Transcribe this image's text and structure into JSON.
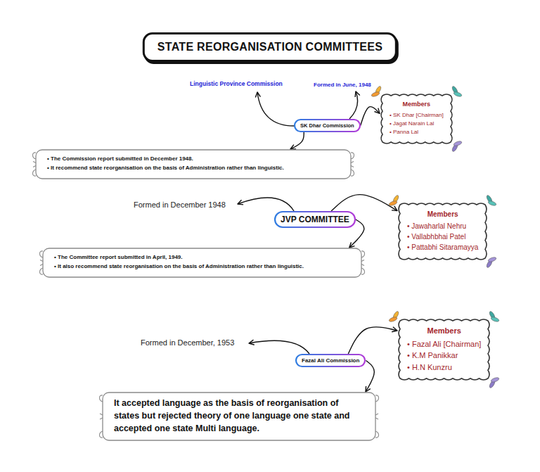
{
  "diagram": {
    "title": "STATE REORGANISATION COMMITTEES",
    "nodes": [
      {
        "text": [
          "SK Dhar Commission"
        ]
      },
      {
        "text": [
          "Members",
          "• SK Dhar [Chairman]",
          "• Jagat Narain Lal",
          "• Panna Lal"
        ]
      },
      {
        "text": [
          "• The Commission report submitted in December 1948.",
          "• It recommend state reorganisation on the basis of Administration rather than linguistic."
        ]
      },
      {
        "text": [
          "JVP COMMITTEE"
        ]
      },
      {
        "text": [
          "Members",
          "• Jawaharlal Nehru",
          "• Vallabhbhai Patel",
          "• Pattabhi Sitaramayya"
        ]
      },
      {
        "text": [
          "• The Committee report submitted in April, 1949.",
          "• It also recommend state reorganisation on the basis of Administration rather than linguistic."
        ]
      },
      {
        "text": [
          "Fazal Ali Commission"
        ]
      },
      {
        "text": [
          "Members",
          "• Fazal Ali [Chairman]",
          "• K.M Panikkar",
          "• H.N Kunzru"
        ]
      },
      {
        "text": [
          "It accepted language as the basis of reorganisation of states but rejected theory of one language one state and accepted one state Multi language."
        ]
      }
    ],
    "edges": [
      {
        "from": 0,
        "to": 1,
        "arrow": "to"
      },
      {
        "from": 0,
        "to": 2,
        "arrow": "to"
      },
      {
        "from": 3,
        "to": 4,
        "arrow": "to"
      },
      {
        "from": 3,
        "to": 5,
        "arrow": "to"
      },
      {
        "from": 6,
        "to": 7,
        "arrow": "to"
      },
      {
        "from": 6,
        "to": 8,
        "arrow": "to"
      }
    ],
    "labels": [
      "Linguistic Province Commission",
      "Formed in June, 1948",
      "Formed in December 1948",
      "Formed in December, 1953"
    ]
  }
}
